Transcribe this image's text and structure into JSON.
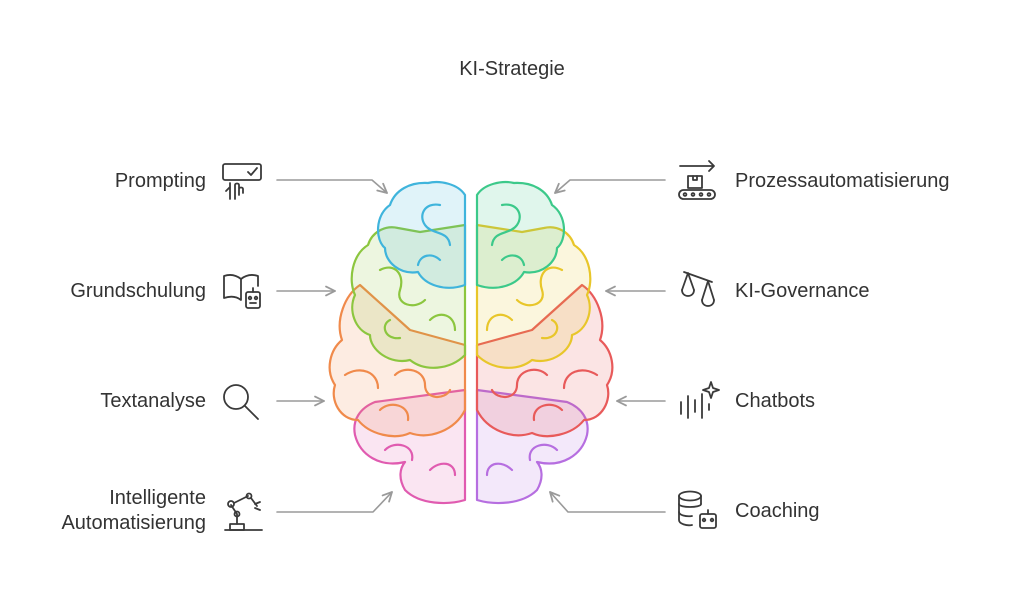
{
  "title": "KI-Strategie",
  "left_items": [
    {
      "label": "Prompting",
      "icon": "prompt-touch-icon"
    },
    {
      "label": "Grundschulung",
      "icon": "book-robot-icon"
    },
    {
      "label": "Textanalyse",
      "icon": "magnifier-icon"
    },
    {
      "label": "Intelligente\nAutomatisierung",
      "icon": "robot-arm-icon"
    }
  ],
  "right_items": [
    {
      "label": "Prozessautomatisierung",
      "icon": "conveyor-belt-icon"
    },
    {
      "label": "KI-Governance",
      "icon": "balance-scale-icon"
    },
    {
      "label": "Chatbots",
      "icon": "voice-sparkle-icon"
    },
    {
      "label": "Coaching",
      "icon": "database-robot-icon"
    }
  ],
  "colors": {
    "text": "#333333",
    "arrow": "#9a9a9a",
    "icon": "#3a3a3a",
    "brain_left": [
      "#3fb4dc",
      "#8cc63f",
      "#f08a4b",
      "#e05bb0"
    ],
    "brain_right": [
      "#3cc98a",
      "#e8c62a",
      "#e85a5a",
      "#b66ee0"
    ]
  }
}
